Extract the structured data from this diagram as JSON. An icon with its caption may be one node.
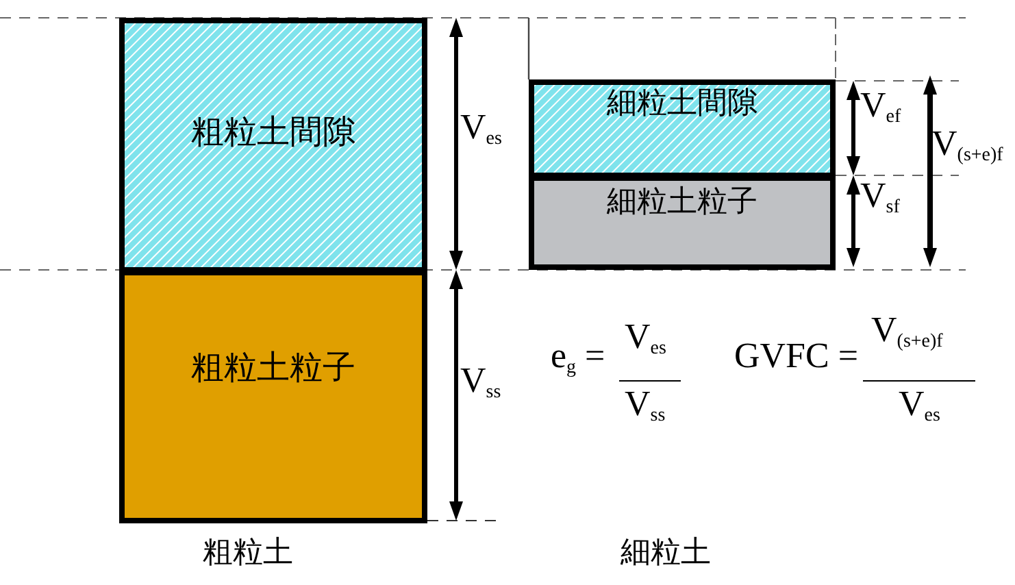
{
  "diagram": {
    "nodes": [
      {
        "text": [
          "粗粒土間隙"
        ]
      },
      {
        "text": [
          "粗粒土粒子"
        ]
      },
      {
        "text": [
          "細粒土間隙"
        ]
      },
      {
        "text": [
          "細粒土粒子"
        ]
      }
    ],
    "labels": [
      "V$_{es}$",
      "V$_{ss}$",
      "V$_{ef}$",
      "V$_{sf}$",
      "V$_{(s+e)f}$",
      "e$_{g}$ =",
      "V$_{es}$",
      "V$_{ss}$",
      "GVFC =",
      "V$_{(s+e)f}$",
      "V$_{es}$",
      "粗粒土",
      "細粒土"
    ]
  }
}
